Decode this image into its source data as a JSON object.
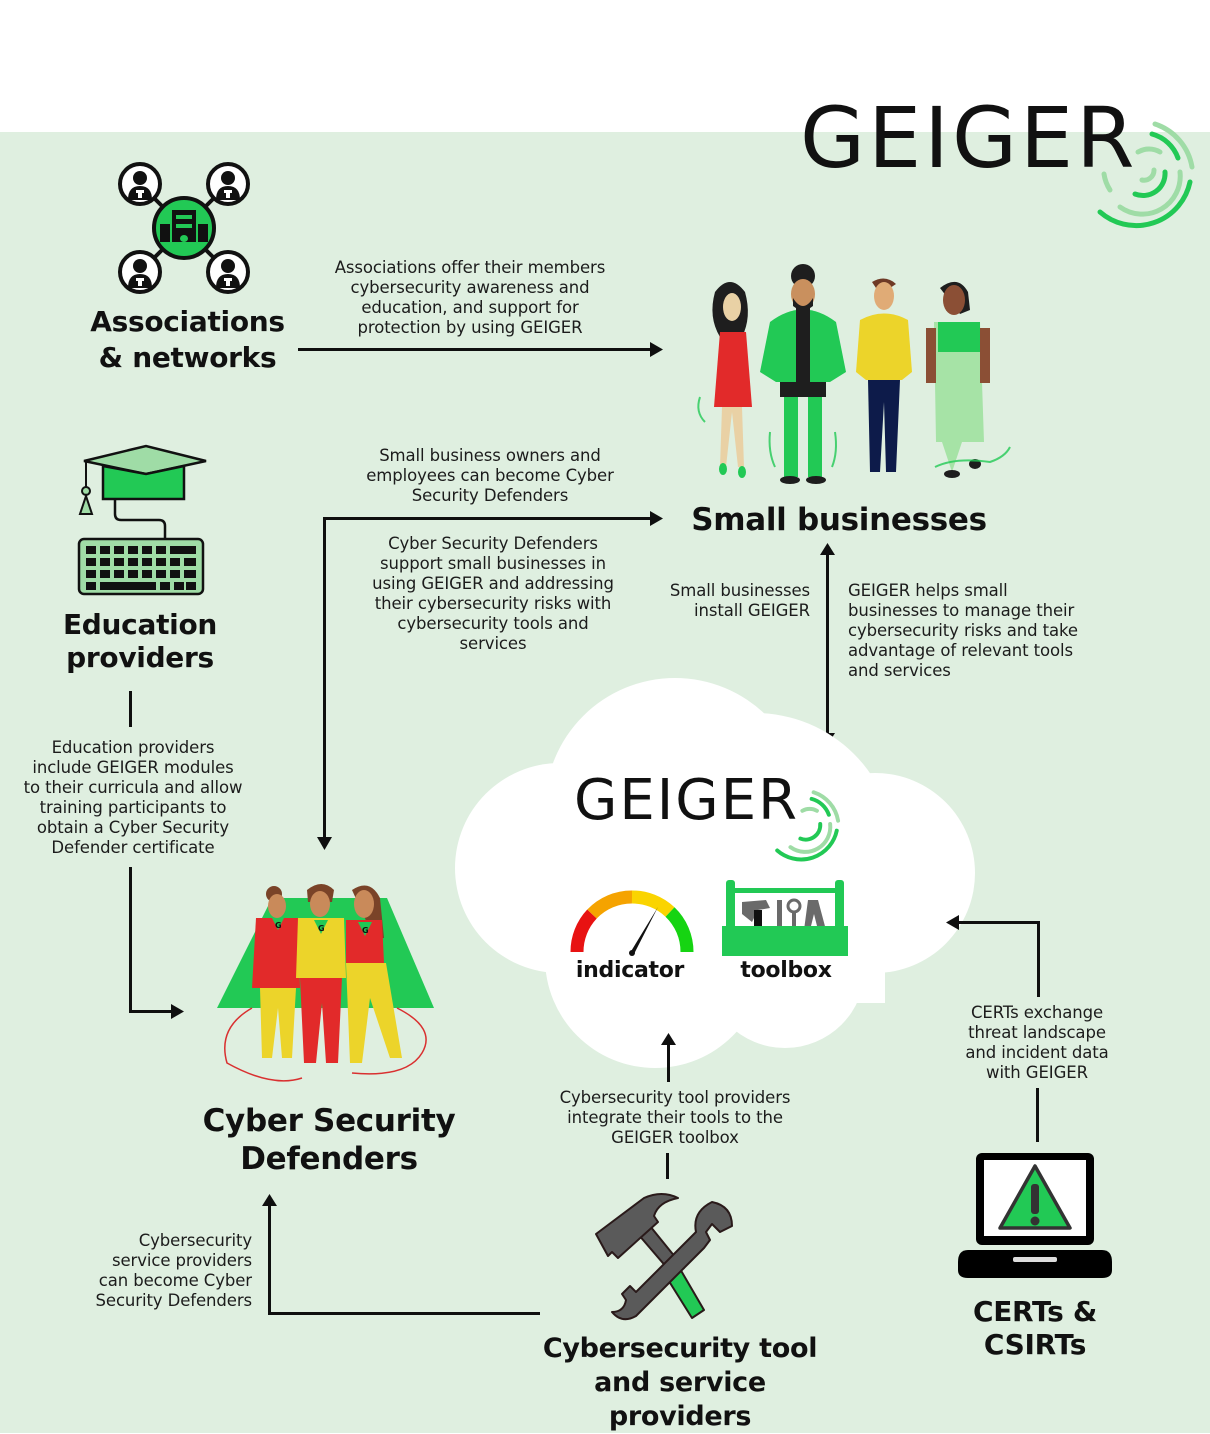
{
  "logo": {
    "brand": "GEIGER",
    "accent_color": "#22c955",
    "accent_light": "#9fdca6"
  },
  "background": {
    "page": "#ffffff",
    "panel": "#dfefe0"
  },
  "nodes": {
    "associations": {
      "title_line1": "Associations",
      "title_line2": "& networks",
      "icon": "network-people-icon"
    },
    "small_businesses": {
      "title": "Small businesses",
      "icon": "people-group-illustration"
    },
    "education": {
      "title_line1": "Education",
      "title_line2": "providers",
      "icon": "graduation-keyboard-icon"
    },
    "defenders": {
      "title_line1": "Cyber Security",
      "title_line2": "Defenders",
      "icon": "superhero-women-illustration"
    },
    "geiger_cloud": {
      "brand": "GEIGER",
      "indicator_label": "indicator",
      "toolbox_label": "toolbox",
      "indicator_icon": "gauge-icon",
      "toolbox_icon": "toolbox-icon"
    },
    "tool_providers": {
      "title_line1": "Cybersecurity tool",
      "title_line2": "and service providers",
      "icon": "hammer-wrench-icon"
    },
    "certs": {
      "title_line1": "CERTs &",
      "title_line2": "CSIRTs",
      "icon": "laptop-warning-icon"
    }
  },
  "edges": {
    "assoc_to_sb": [
      "Associations offer their members",
      "cybersecurity awareness and",
      "education, and support for",
      "protection by using GEIGER"
    ],
    "defenders_to_sb": [
      "Small business owners and",
      "employees can become Cyber",
      "Security Defenders"
    ],
    "sb_to_defenders": [
      "Cyber Security Defenders",
      "support small businesses in",
      "using GEIGER and addressing",
      "their cybersecurity risks with",
      "cybersecurity tools and",
      "services"
    ],
    "sb_install": [
      "Small businesses",
      "install GEIGER"
    ],
    "geiger_helps": [
      "GEIGER helps small",
      "businesses to manage their",
      "cybersecurity risks and take",
      "advantage of relevant tools",
      "and services"
    ],
    "education_to_defenders": [
      "Education providers",
      "include GEIGER modules",
      "to their curricula and allow",
      "training participants to",
      "obtain a Cyber Security",
      "Defender certificate"
    ],
    "tools_to_toolbox": [
      "Cybersecurity tool providers",
      "integrate their tools to the",
      "GEIGER toolbox"
    ],
    "certs_exchange": [
      "CERTs exchange",
      "threat landscape",
      "and incident data",
      "with GEIGER"
    ],
    "service_to_defenders": [
      "Cybersecurity",
      "service providers",
      "can become Cyber",
      "Security Defenders"
    ]
  }
}
